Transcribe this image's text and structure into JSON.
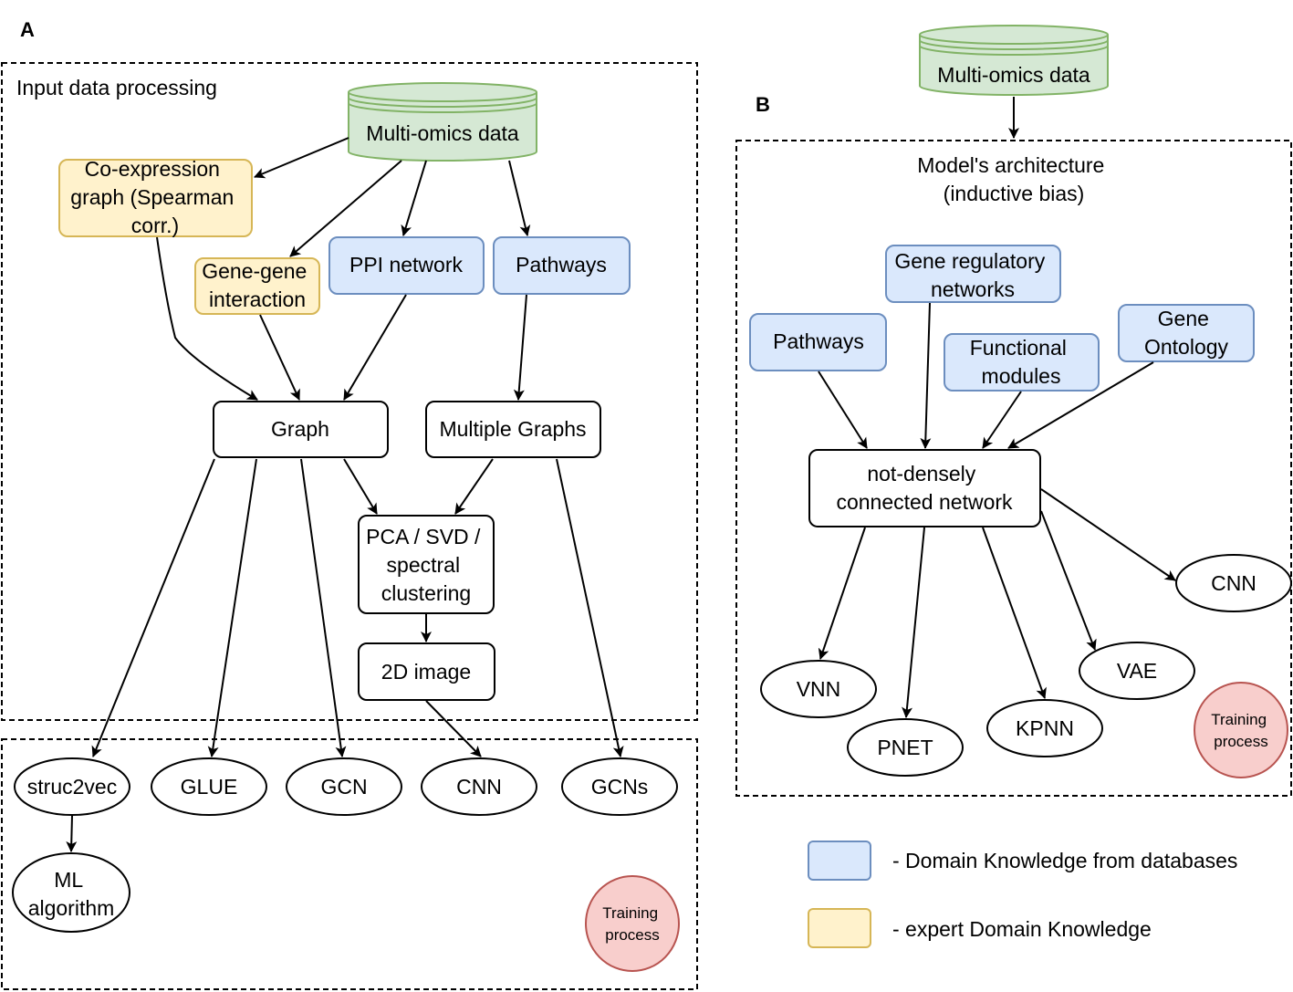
{
  "panels": {
    "a": {
      "letter": "A",
      "input_title": "Input data processing",
      "db": "Multi-omics data",
      "coexpression": [
        "Co-expression",
        "graph (Spearman",
        "corr.)"
      ],
      "gene_gene": [
        "Gene-gene",
        "interaction"
      ],
      "ppi": "PPI network",
      "pathways": "Pathways",
      "graph": "Graph",
      "multiple_graphs": "Multiple Graphs",
      "pca": [
        "PCA / SVD /",
        "spectral",
        "clustering"
      ],
      "image2d": "2D image",
      "struc2vec": "struc2vec",
      "glue": "GLUE",
      "gcn": "GCN",
      "cnn": "CNN",
      "gcns": "GCNs",
      "ml": [
        "ML",
        "algorithm"
      ],
      "training": [
        "Training",
        "process"
      ]
    },
    "b": {
      "letter": "B",
      "db": "Multi-omics data",
      "arch_title": [
        "Model's architecture",
        "(inductive bias)"
      ],
      "pathways": "Pathways",
      "gene_regulatory": [
        "Gene regulatory",
        "networks"
      ],
      "functional": [
        "Functional",
        "modules"
      ],
      "gene_ontology": [
        "Gene",
        "Ontology"
      ],
      "network": [
        "not-densely",
        "connected network"
      ],
      "cnn": "CNN",
      "vnn": "VNN",
      "pnet": "PNET",
      "kpnn": "KPNN",
      "vae": "VAE",
      "training": [
        "Training",
        "process"
      ]
    }
  },
  "legend": {
    "db_knowledge": "- Domain Knowledge from databases",
    "expert_knowledge": "- expert Domain Knowledge"
  },
  "colors": {
    "db_fill": "#d5e8d4",
    "db_stroke": "#82b366",
    "blue_fill": "#dae8fc",
    "blue_stroke": "#6c8ebf",
    "yellow_fill": "#fff2cc",
    "yellow_stroke": "#d6b656",
    "red_fill": "#f8cecc",
    "red_stroke": "#b85450"
  }
}
